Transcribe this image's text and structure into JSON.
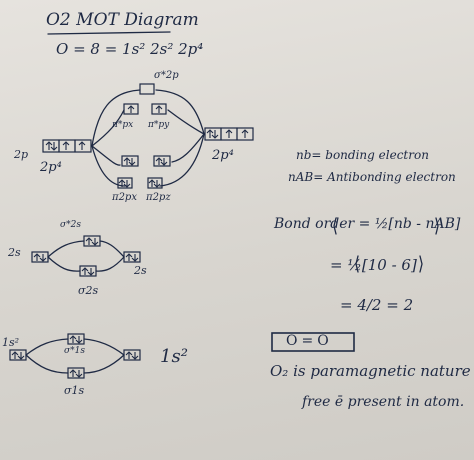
{
  "title": "O2 MOT Diagram",
  "config": "O = 8 = 1s² 2s² 2p⁴",
  "left_2p": "2p",
  "left_2p4": "2p⁴",
  "right_2p4": "2p⁴",
  "sigma_star_2p": "σ*2p",
  "pi_star_x": "π*px",
  "pi_star_y": "π*py",
  "pi_x": "π2px",
  "pi_y": "π2pz",
  "left_2s": "2s",
  "right_2s": "2s",
  "sigma2s": "σ2s",
  "sigma_star_2s": "σ*2s",
  "left_1s": "1s²",
  "right_1s": "1s²",
  "sigma1s": "σ1s",
  "sigma_star_1s": "σ*1s",
  "nb_def": "nb= bonding electron",
  "nab_def": "nAB= Antibonding electron",
  "bo_line1": "Bond order = ½[nb - nAB]",
  "bo_line2": "= ½[10 - 6]",
  "bo_line3": "= 4/2 = 2",
  "boxed": "O=O",
  "conclusion1": "O₂ is paramagnetic nature",
  "conclusion2": "free ē present in atom."
}
